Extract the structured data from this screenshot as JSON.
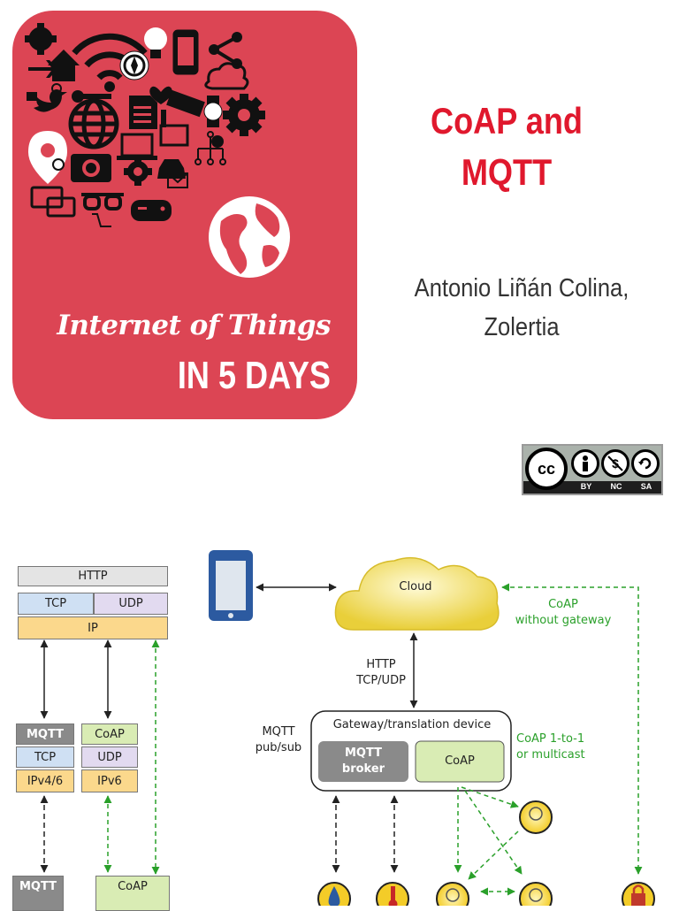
{
  "cover": {
    "series_title": "Internet of Things",
    "series_subtitle": "IN 5 DAYS"
  },
  "document": {
    "title_line1": "CoAP and",
    "title_line2": "MQTT",
    "author_line1": "Antonio Liñán Colina,",
    "author_line2": "Zolertia"
  },
  "license": {
    "cc": "cc",
    "by": "BY",
    "nc": "NC",
    "sa": "SA"
  },
  "diagram": {
    "stack": {
      "http": "HTTP",
      "tcp": "TCP",
      "udp": "UDP",
      "ip": "IP"
    },
    "mqtt_stack": {
      "app": "MQTT",
      "transport": "TCP",
      "network": "IPv4/6"
    },
    "coap_stack": {
      "app": "CoAP",
      "transport": "UDP",
      "network": "IPv6"
    },
    "bottom_left": {
      "mqtt": "MQTT",
      "coap": "CoAP"
    },
    "cloud": "Cloud",
    "link_http": "HTTP",
    "link_tcpudp": "TCP/UDP",
    "coap_no_gateway_1": "CoAP",
    "coap_no_gateway_2": "without gateway",
    "gateway_title": "Gateway/translation device",
    "mqtt_pubsub_1": "MQTT",
    "mqtt_pubsub_2": "pub/sub",
    "broker_1": "MQTT",
    "broker_2": "broker",
    "gateway_coap": "CoAP",
    "coap_multicast_1": "CoAP 1-to-1",
    "coap_multicast_2": "or multicast"
  },
  "colors": {
    "cover_red": "#dc4554",
    "title_red": "#e0182d",
    "green": "#2aa02a"
  }
}
